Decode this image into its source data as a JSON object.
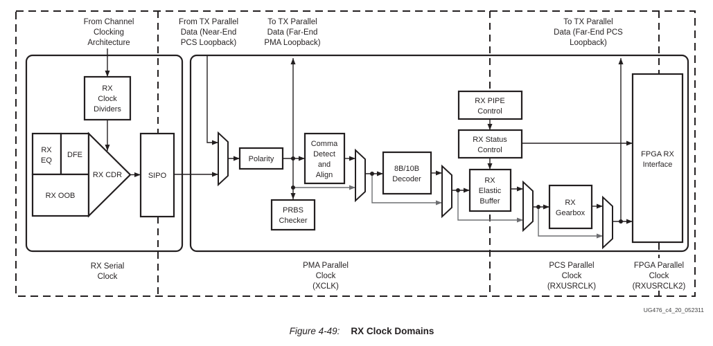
{
  "figure": {
    "caption_label": "Figure 4-49:",
    "caption_title": "RX Clock Domains",
    "watermark": "UG476_c4_20_052311"
  },
  "top_labels": {
    "channel_clocking": [
      "From Channel",
      "Clocking",
      "Architecture"
    ],
    "near_end_pcs": [
      "From TX Parallel",
      "Data (Near-End",
      "PCS Loopback)"
    ],
    "far_end_pma": [
      "To TX Parallel",
      "Data (Far-End",
      "PMA Loopback)"
    ],
    "far_end_pcs": [
      "To TX Parallel",
      "Data (Far-End PCS",
      "Loopback)"
    ]
  },
  "blocks": {
    "rx_clock_dividers": [
      "RX",
      "Clock",
      "Dividers"
    ],
    "rx_eq": [
      "RX",
      "EQ"
    ],
    "dfe": [
      "DFE"
    ],
    "rx_oob": [
      "RX OOB"
    ],
    "rx_cdr": [
      "RX CDR"
    ],
    "sipo": [
      "SIPO"
    ],
    "polarity": [
      "Polarity"
    ],
    "comma_detect": [
      "Comma",
      "Detect",
      "and",
      "Align"
    ],
    "prbs_checker": [
      "PRBS",
      "Checker"
    ],
    "decoder_8b10b": [
      "8B/10B",
      "Decoder"
    ],
    "rx_pipe_control": [
      "RX PIPE",
      "Control"
    ],
    "rx_status_control": [
      "RX Status",
      "Control"
    ],
    "rx_elastic_buffer": [
      "RX",
      "Elastic",
      "Buffer"
    ],
    "rx_gearbox": [
      "RX",
      "Gearbox"
    ],
    "fpga_rx_interface": [
      "FPGA RX",
      "Interface"
    ]
  },
  "clock_domains": {
    "rx_serial": [
      "RX Serial",
      "Clock"
    ],
    "pma_parallel": [
      "PMA Parallel",
      "Clock",
      "(XCLK)"
    ],
    "pcs_parallel": [
      "PCS Parallel",
      "Clock",
      "(RXUSRCLK)"
    ],
    "fpga_parallel": [
      "FPGA Parallel",
      "Clock",
      "(RXUSRCLK2)"
    ]
  },
  "colors": {
    "ink": "#231f20",
    "gray_line": "#6d6e71",
    "background": "#ffffff"
  }
}
